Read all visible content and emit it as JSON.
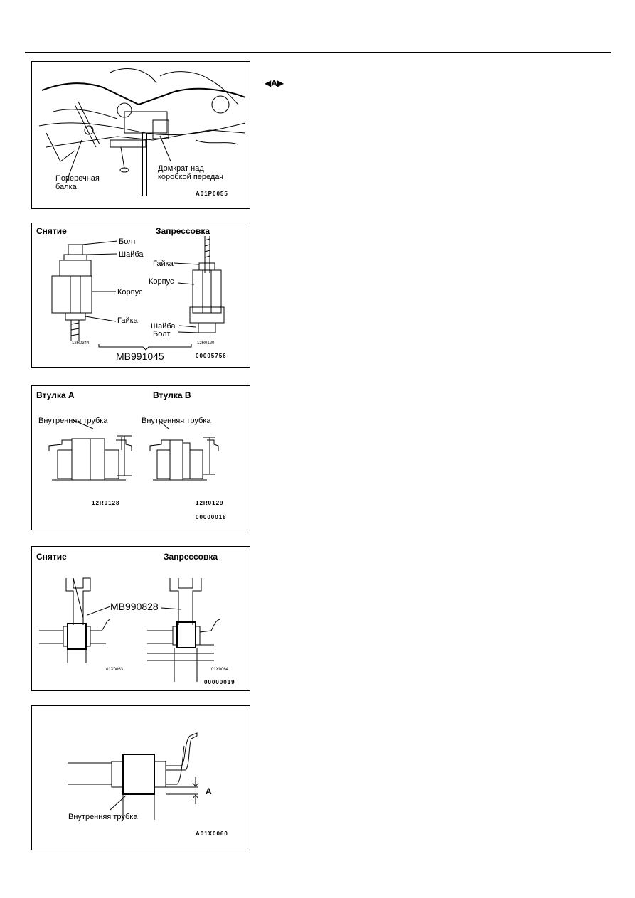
{
  "marker": "◀A▶",
  "fig1": {
    "label_beam": "Поперечная\nбалка",
    "label_jack": "Домкрат над\nкоробкой передач",
    "code": "A01P0055"
  },
  "fig2": {
    "heading_left": "Снятие",
    "heading_right": "Запрессовка",
    "left_labels": [
      "Болт",
      "Шайба",
      "Корпус",
      "Гайка"
    ],
    "right_labels": [
      "Гайка",
      "Корпус",
      "Шайба",
      "Болт"
    ],
    "tool": "MB991045",
    "code_left": "12R0344",
    "code_right": "12R0120",
    "code_main": "00005756"
  },
  "fig3": {
    "heading_a": "Втулка А",
    "heading_b": "Втулка В",
    "inner_tube": "Внутренняя трубка",
    "code_a": "12R0128",
    "code_b": "12R0129",
    "code_main": "00000018"
  },
  "fig4": {
    "heading_left": "Снятие",
    "heading_right": "Запрессовка",
    "tool": "MB990828",
    "code_left": "01X0063",
    "code_right": "01X0064",
    "code_main": "00000019"
  },
  "fig5": {
    "dim": "A",
    "inner_tube": "Внутренняя трубка",
    "code": "A01X0060"
  }
}
